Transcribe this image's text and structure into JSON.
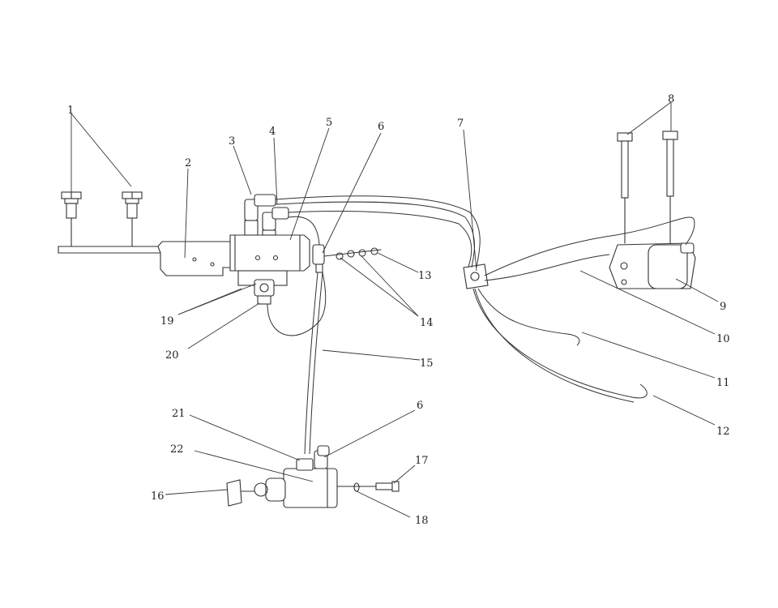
{
  "diagram": {
    "callouts": [
      {
        "id": "c1",
        "label": "1"
      },
      {
        "id": "c2",
        "label": "2"
      },
      {
        "id": "c3",
        "label": "3"
      },
      {
        "id": "c4",
        "label": "4"
      },
      {
        "id": "c5",
        "label": "5"
      },
      {
        "id": "c6a",
        "label": "6"
      },
      {
        "id": "c7",
        "label": "7"
      },
      {
        "id": "c8",
        "label": "8"
      },
      {
        "id": "c9",
        "label": "9"
      },
      {
        "id": "c10",
        "label": "10"
      },
      {
        "id": "c11",
        "label": "11"
      },
      {
        "id": "c12",
        "label": "12"
      },
      {
        "id": "c13",
        "label": "13"
      },
      {
        "id": "c14",
        "label": "14"
      },
      {
        "id": "c15",
        "label": "15"
      },
      {
        "id": "c19",
        "label": "19"
      },
      {
        "id": "c20",
        "label": "20"
      },
      {
        "id": "c21",
        "label": "21"
      },
      {
        "id": "c22",
        "label": "22"
      },
      {
        "id": "c6b",
        "label": "6"
      },
      {
        "id": "c17",
        "label": "17"
      },
      {
        "id": "c16",
        "label": "16"
      },
      {
        "id": "c18",
        "label": "18"
      }
    ]
  }
}
